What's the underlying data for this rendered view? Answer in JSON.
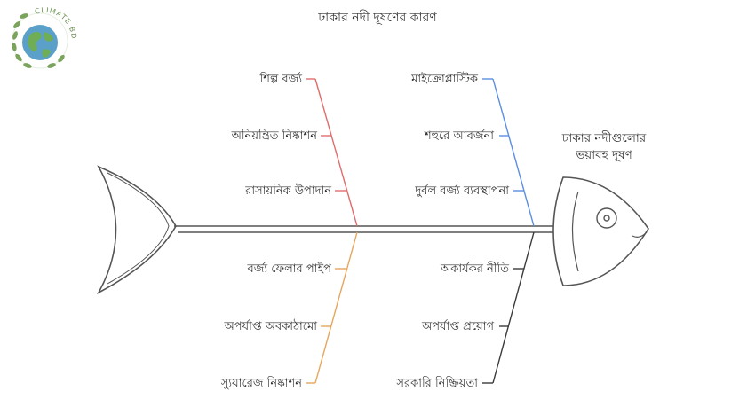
{
  "title": "ঢাকার নদী দূষণের কারণ",
  "logo": {
    "text": "CLIMATE BD"
  },
  "effect": {
    "line1": "ঢাকার নদীগুলোর",
    "line2": "ভয়াবহ দূষণ"
  },
  "causes": {
    "upper_left": [
      "শিল্প বর্জ্য",
      "অনিয়ন্ত্রিত নিষ্কাশন",
      "রাসায়নিক উপাদান"
    ],
    "upper_right": [
      "মাইক্রোপ্লাস্টিক",
      "শহুরে আবর্জনা",
      "দুর্বল বর্জ্য ব্যবস্থাপনা"
    ],
    "lower_left": [
      "বর্জ্য ফেলার পাইপ",
      "অপর্যাপ্ত অবকাঠামো",
      "স্যুয়ারেজ নিষ্কাশন"
    ],
    "lower_right": [
      "অকার্যকর নীতি",
      "অপর্যাপ্ত প্রয়োগ",
      "সরকারি নিষ্ক্রিয়তা"
    ]
  },
  "colors": {
    "red": "#e06c6c",
    "blue": "#5b8de0",
    "orange": "#e8a55c",
    "dark": "#3a3a3a"
  }
}
